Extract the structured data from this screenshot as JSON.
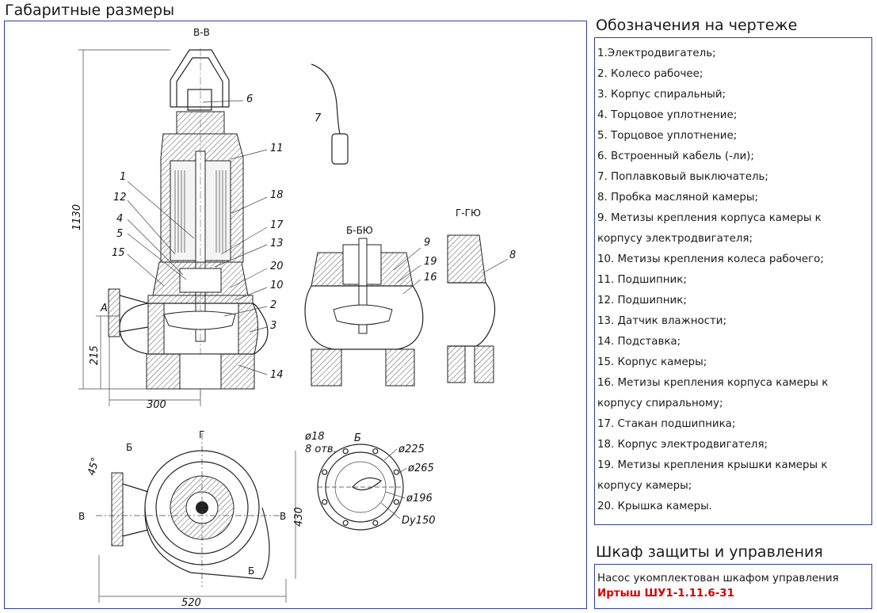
{
  "heading_dimensions": "Габаритные размеры",
  "heading_legend": "Обозначения на чертеже",
  "legend_lines": [
    "1.Электродвигатель;",
    "2. Колесо рабочее;",
    "3. Корпус спиральный;",
    "4. Торцовое уплотнение;",
    "5. Торцовое уплотнение;",
    "6. Встроенный кабель (-ли);",
    "7. Поплавковый выключатель;",
    "8. Пробка масляной камеры;",
    "9. Метизы крепления корпуса камеры к",
    "корпусу электродвигателя;",
    "10. Метизы крепления колеса рабочего;",
    "11. Подшипник;",
    "12. Подшипник;",
    "13. Датчик влажности;",
    "14. Подставка;",
    "15. Корпус камеры;",
    "16. Метизы крепления корпуса камеры к",
    "корпусу спиральному;",
    "17. Стакан подшипника;",
    "18. Корпус электродвигателя;",
    "19. Метизы крепления крышки камеры к",
    "корпусу камеры;",
    "20. Крышка камеры."
  ],
  "heading_cabinet": "Шкаф защиты и управления",
  "cabinet_text": "Насос укомплектован шкафом управления",
  "cabinet_model": "Иртыш ШУ1-1.11.6-31",
  "drawing": {
    "section_labels": {
      "bb": "В-В",
      "bob": "Б-БЮ",
      "gg": "Г-ГЮ",
      "b_view": "Б"
    },
    "dimensions": {
      "height_total": "1130",
      "height_base": "215",
      "width_base": "300",
      "width_plan": "520",
      "depth_plan": "430",
      "holes": "ø18",
      "holes_count": "8 отв.",
      "d225": "ø225",
      "d265": "ø265",
      "d196": "ø196",
      "dy150": "Dy150"
    },
    "cut_marks": {
      "a": "A",
      "b_top": "Б",
      "b_bottom": "Б",
      "v_left": "В",
      "v_right": "В",
      "g_top": "Г",
      "angle": "45°"
    },
    "callouts": {
      "n1": "1",
      "n2": "2",
      "n3": "3",
      "n4": "4",
      "n5": "5",
      "n6": "6",
      "n7": "7",
      "n8": "8",
      "n9": "9",
      "n10": "10",
      "n11": "11",
      "n12": "12",
      "n13": "13",
      "n14": "14",
      "n15": "15",
      "n16": "16",
      "n17": "17",
      "n18": "18",
      "n19": "19",
      "n20": "20"
    }
  }
}
